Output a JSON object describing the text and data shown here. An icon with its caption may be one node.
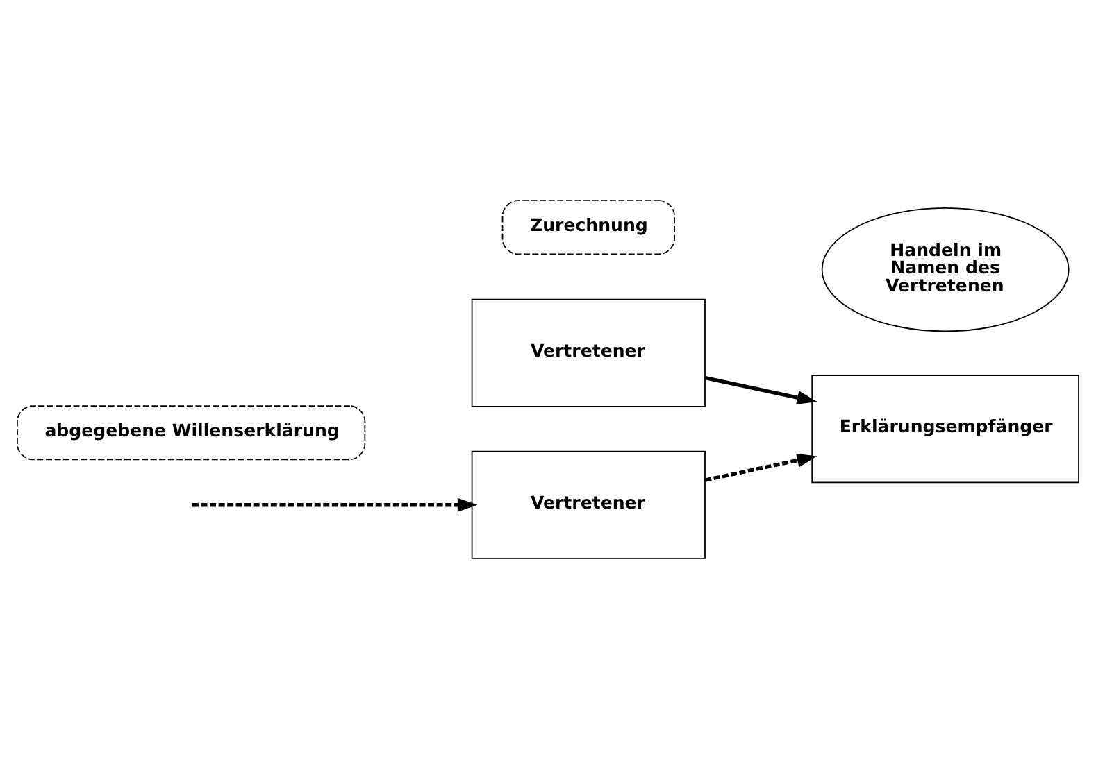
{
  "diagram": {
    "nodes": [
      {
        "text": [
          "Vertretener"
        ]
      },
      {
        "text": [
          "Erklärungsempfänger"
        ]
      },
      {
        "text": [
          "Zurechnung"
        ]
      },
      {
        "text": [
          "Handeln im Namen des Vertretenen"
        ]
      },
      {
        "text": [
          "Vertretener"
        ]
      },
      {
        "text": [
          "abgegebene Willenserklärung"
        ]
      }
    ],
    "edges": [
      {
        "from": 0,
        "to": 1,
        "arrow": "to",
        "style": "dashed"
      },
      {
        "from": 4,
        "to": 1,
        "arrow": "to"
      },
      {
        "from": null,
        "to": 0,
        "arrow": "to",
        "style": "dashed"
      }
    ]
  }
}
